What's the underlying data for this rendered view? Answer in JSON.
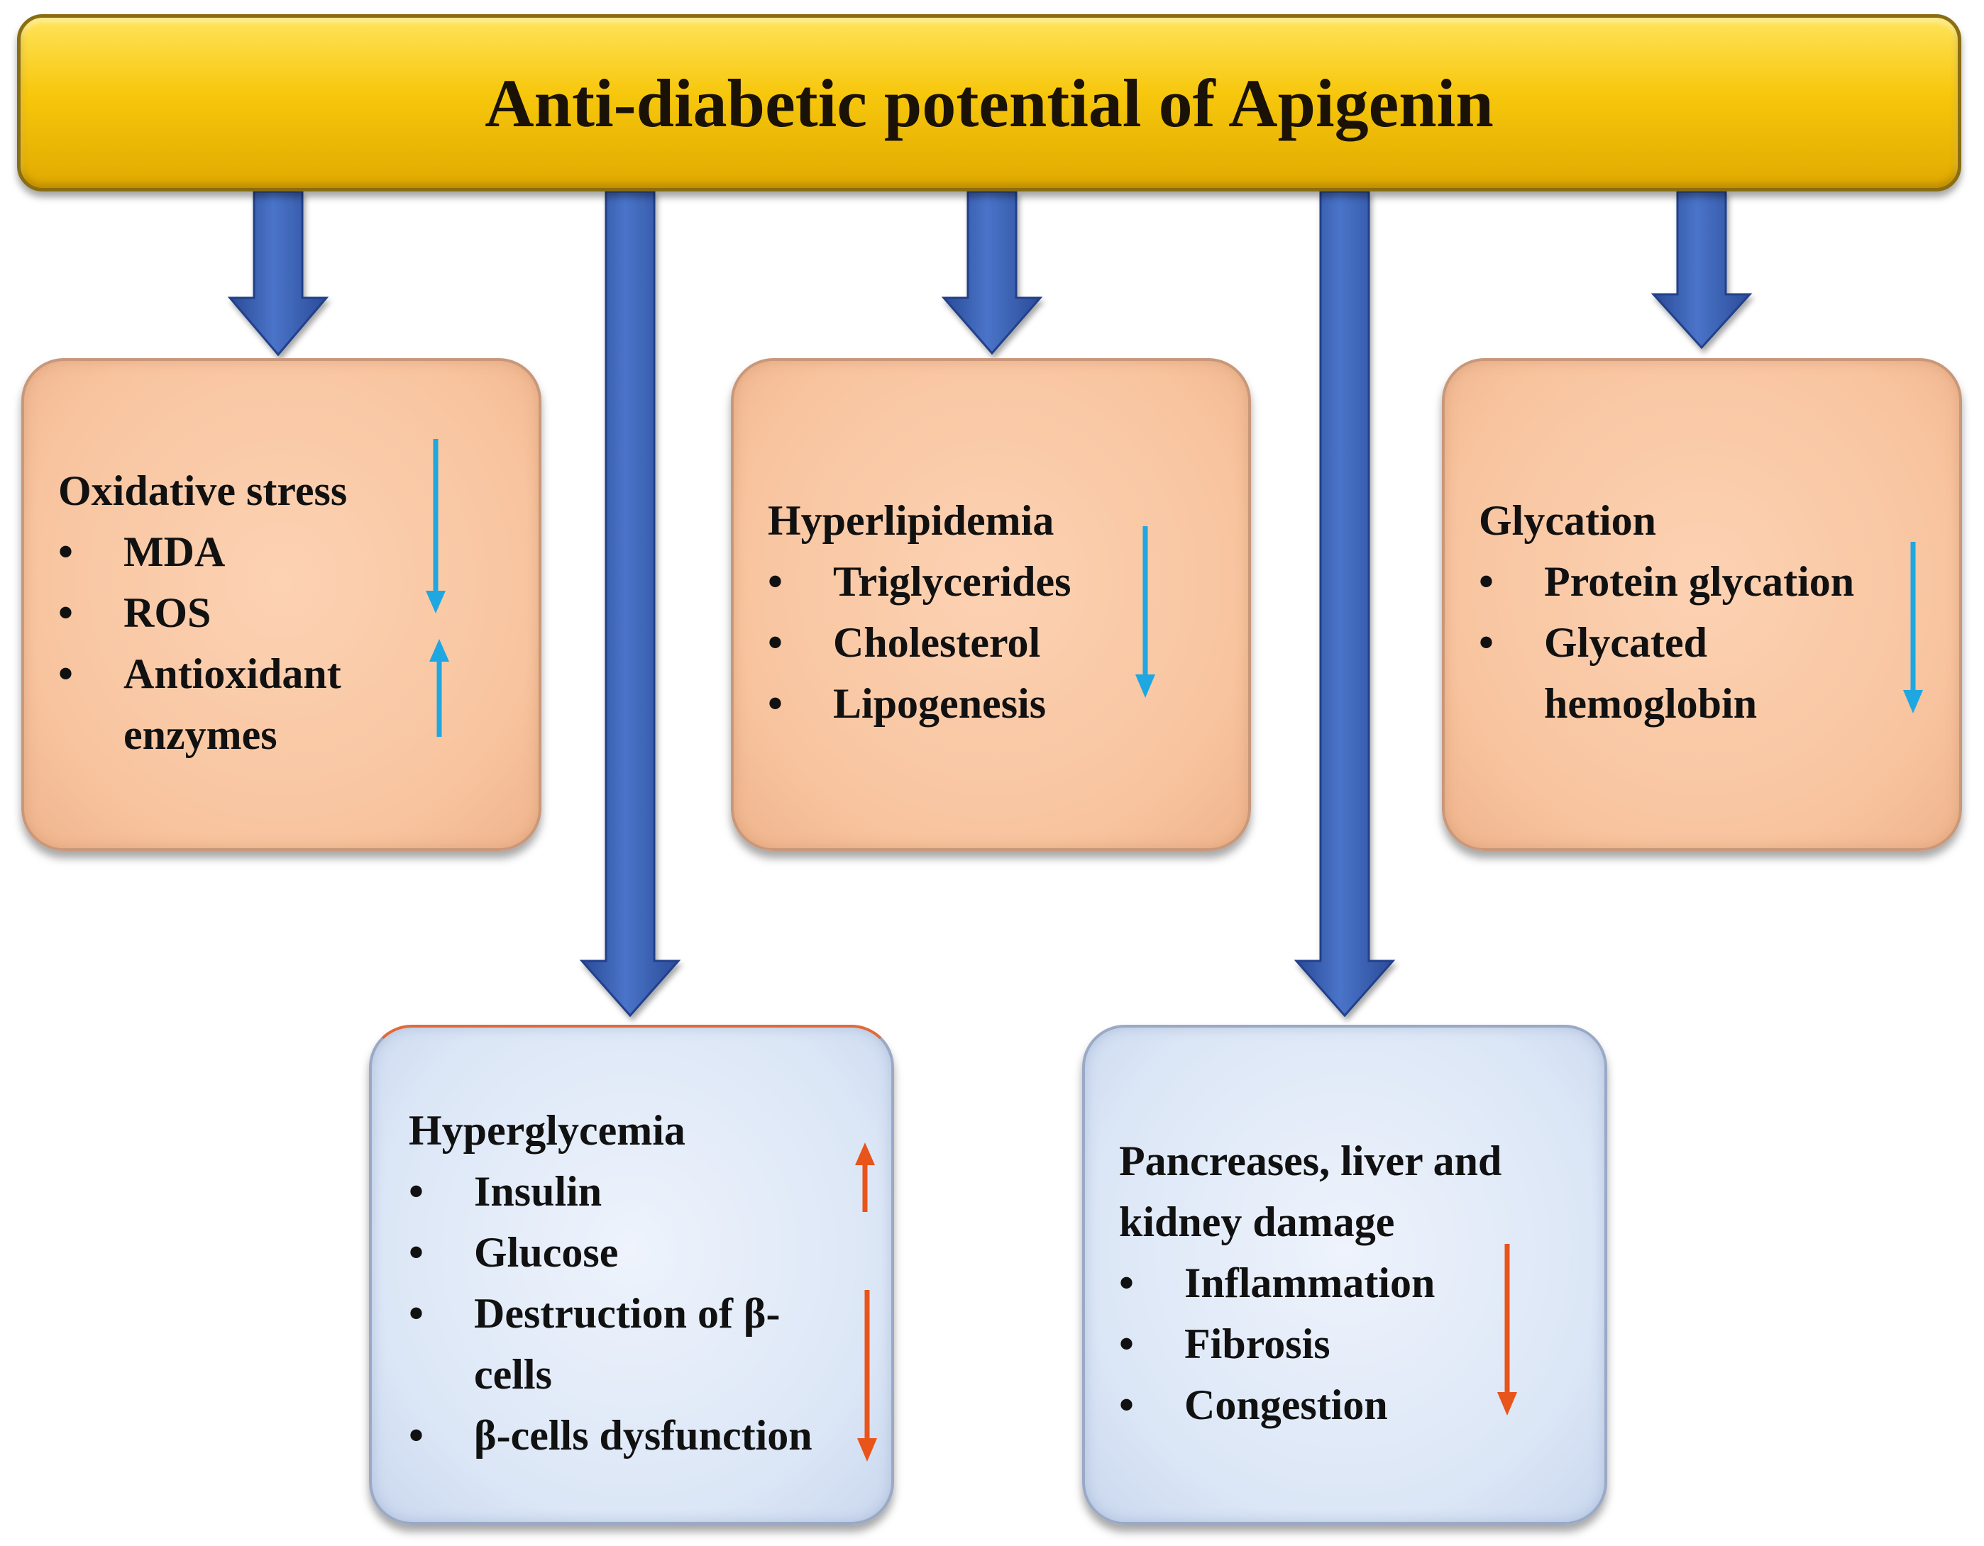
{
  "title": "Anti-diabetic potential of Apigenin",
  "colors": {
    "banner": "#f7c70c",
    "arrow": "#3a60b3",
    "peach_box": "#f8c49f",
    "blue_box": "#dbe6f6",
    "decrease_blue": "#1ea7e1",
    "arrow_orange": "#e8541a"
  },
  "boxes": {
    "oxidative": {
      "heading": "Oxidative stress",
      "items": [
        "MDA",
        "ROS",
        "Antioxidant",
        "enzymes"
      ],
      "indicators": [
        "decrease",
        "increase"
      ]
    },
    "hyperlipidemia": {
      "heading": "Hyperlipidemia",
      "items": [
        "Triglycerides",
        "Cholesterol",
        "Lipogenesis"
      ],
      "indicators": [
        "decrease"
      ]
    },
    "glycation": {
      "heading": "Glycation",
      "items": [
        "Protein glycation",
        "Glycated",
        "hemoglobin"
      ],
      "indicators": [
        "decrease"
      ]
    },
    "hyperglycemia": {
      "heading": "Hyperglycemia",
      "items": [
        "Insulin",
        "Glucose",
        "Destruction of β-",
        "cells",
        "β-cells dysfunction"
      ],
      "indicators": [
        "increase",
        "decrease"
      ]
    },
    "organ_damage": {
      "heading_line1": "Pancreases, liver and",
      "heading_line2": "kidney damage",
      "items": [
        "Inflammation",
        "Fibrosis",
        "Congestion"
      ],
      "indicators": [
        "decrease"
      ]
    }
  },
  "bullet": "•"
}
